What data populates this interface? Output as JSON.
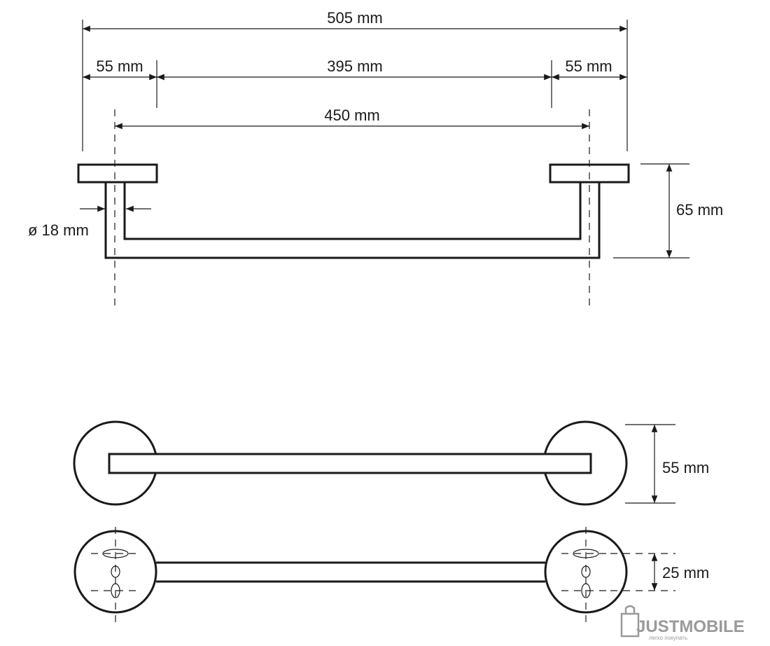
{
  "dimensions": {
    "overall_width": "505 mm",
    "left_flange": "55 mm",
    "inner_span": "395 mm",
    "right_flange": "55 mm",
    "center_distance": "450 mm",
    "tube_diameter": "ø 18 mm",
    "projection_depth": "65 mm",
    "rosette_diameter": "55 mm",
    "mount_hole_spacing": "25 mm"
  },
  "logo": {
    "brand": "JUSTMOBILE",
    "tagline": "легко покупать"
  },
  "colors": {
    "line": "#1a1a1a",
    "logo": "#9a9a9a"
  }
}
